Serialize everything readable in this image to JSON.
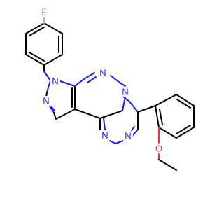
{
  "molecule": {
    "atoms": {
      "F": {
        "text": "F",
        "color": "#8fd18f"
      },
      "N1": {
        "text": "N",
        "color": "#1a1aff"
      },
      "N2": {
        "text": "N",
        "color": "#1a1aff"
      },
      "N3": {
        "text": "N",
        "color": "#1a1aff"
      },
      "N4": {
        "text": "N",
        "color": "#1a1aff"
      },
      "N5": {
        "text": "N",
        "color": "#1a1aff"
      },
      "N6": {
        "text": "N",
        "color": "#1a1aff"
      },
      "O": {
        "text": "O",
        "color": "#ff2a2a"
      }
    }
  }
}
